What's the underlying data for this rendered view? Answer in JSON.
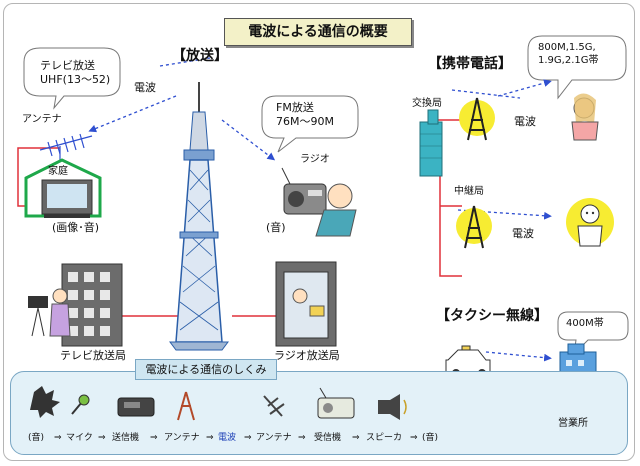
{
  "title": "電波による通信の概要",
  "broadcast": {
    "heading": "【放送】",
    "tv_balloon_line1": "テレビ放送",
    "tv_balloon_line2": "UHF(13～52)",
    "fm_balloon_line1": "FM放送",
    "fm_balloon_line2": "76M～90M",
    "radio_wave_label": "電波",
    "antenna_label": "アンテナ",
    "home_label": "家庭",
    "home_output": "(画像･音)",
    "radio_label": "ラジオ",
    "radio_output": "(音)",
    "tv_station": "テレビ放送局",
    "radio_station": "ラジオ放送局"
  },
  "mobile": {
    "heading": "【携帯電話】",
    "band_line1": "800M,1.5G,",
    "band_line2": "1.9G,2.1G帯",
    "exchange": "交換局",
    "relay": "中継局",
    "wave1": "電波",
    "wave2": "電波"
  },
  "taxi": {
    "heading": "【タクシー無線】",
    "band": "400M帯",
    "office": "営業所"
  },
  "mechanism": {
    "title": "電波による通信のしくみ",
    "steps": [
      "(音)",
      "マイク",
      "送信機",
      "アンテナ",
      "電波",
      "アンテナ",
      "受信機",
      "スピーカ",
      "(音)"
    ],
    "arrow": "⇒"
  },
  "colors": {
    "title_bg": "#f3f1c8",
    "mechanism_bg": "#e3f1f8",
    "wire": "#e0303a",
    "wave": "#2f4fd0",
    "tower_blue": "#2a5ea8",
    "tower_yellow": "#f7ec32",
    "house_green": "#1ea84a"
  }
}
